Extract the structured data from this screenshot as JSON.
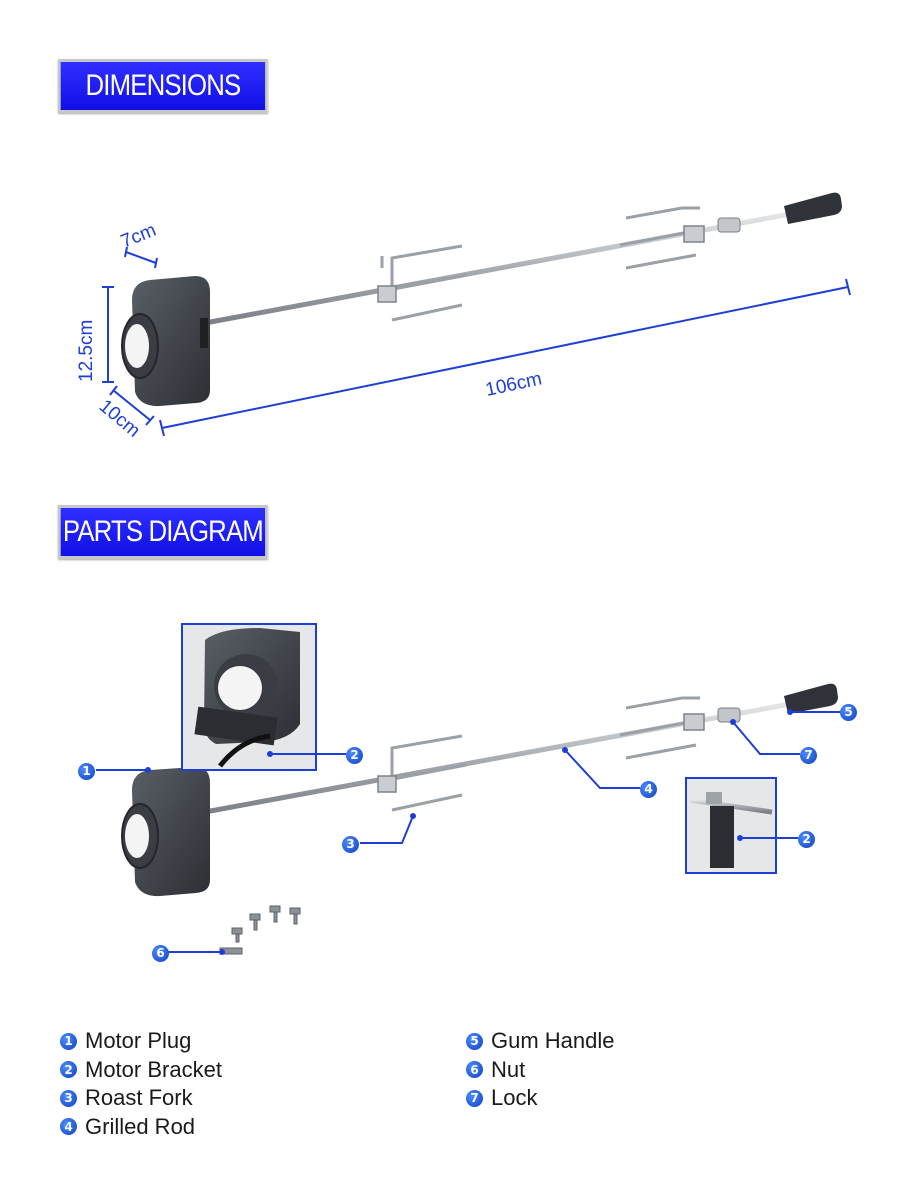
{
  "sections": {
    "dimensions_title": "DIMENSIONS",
    "parts_title": "PARTS DIAGRAM"
  },
  "dimensions": {
    "depth": "7cm",
    "height": "12.5cm",
    "width": "10cm",
    "length": "106cm"
  },
  "callouts": [
    "1",
    "2",
    "3",
    "4",
    "5",
    "6",
    "7",
    "2"
  ],
  "legend": {
    "left": [
      {
        "num": "1",
        "label": "Motor Plug"
      },
      {
        "num": "2",
        "label": "Motor Bracket"
      },
      {
        "num": "3",
        "label": "Roast Fork"
      },
      {
        "num": "4",
        "label": "Grilled Rod"
      }
    ],
    "right": [
      {
        "num": "5",
        "label": "Gum Handle"
      },
      {
        "num": "6",
        "label": "Nut"
      },
      {
        "num": "7",
        "label": "Lock"
      }
    ]
  },
  "colors": {
    "accent": "#1a1aff",
    "annotation": "#1e3fd6",
    "motor": "#3b3f45",
    "rod": "#b9bcc0"
  }
}
